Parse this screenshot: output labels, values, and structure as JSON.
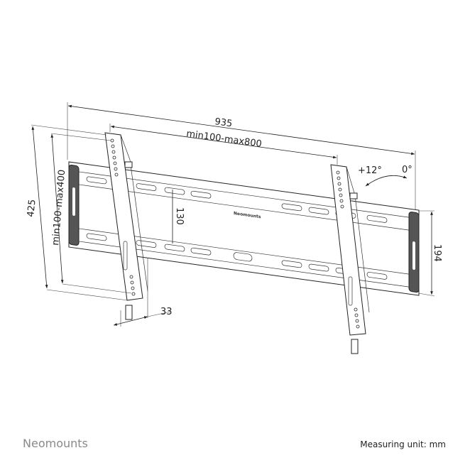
{
  "dimensions": {
    "overall_width": "935",
    "hole_pattern_width": "min100-max800",
    "overall_height": "425",
    "hole_pattern_height": "min100-max400",
    "rail_spacing": "130",
    "plate_height": "194",
    "wall_distance": "33"
  },
  "tilt": {
    "max": "+12°",
    "min": "0°"
  },
  "plate_logo": "Neomounts",
  "footer": {
    "brand": "Neomounts",
    "unit_note": "Measuring unit: mm"
  }
}
